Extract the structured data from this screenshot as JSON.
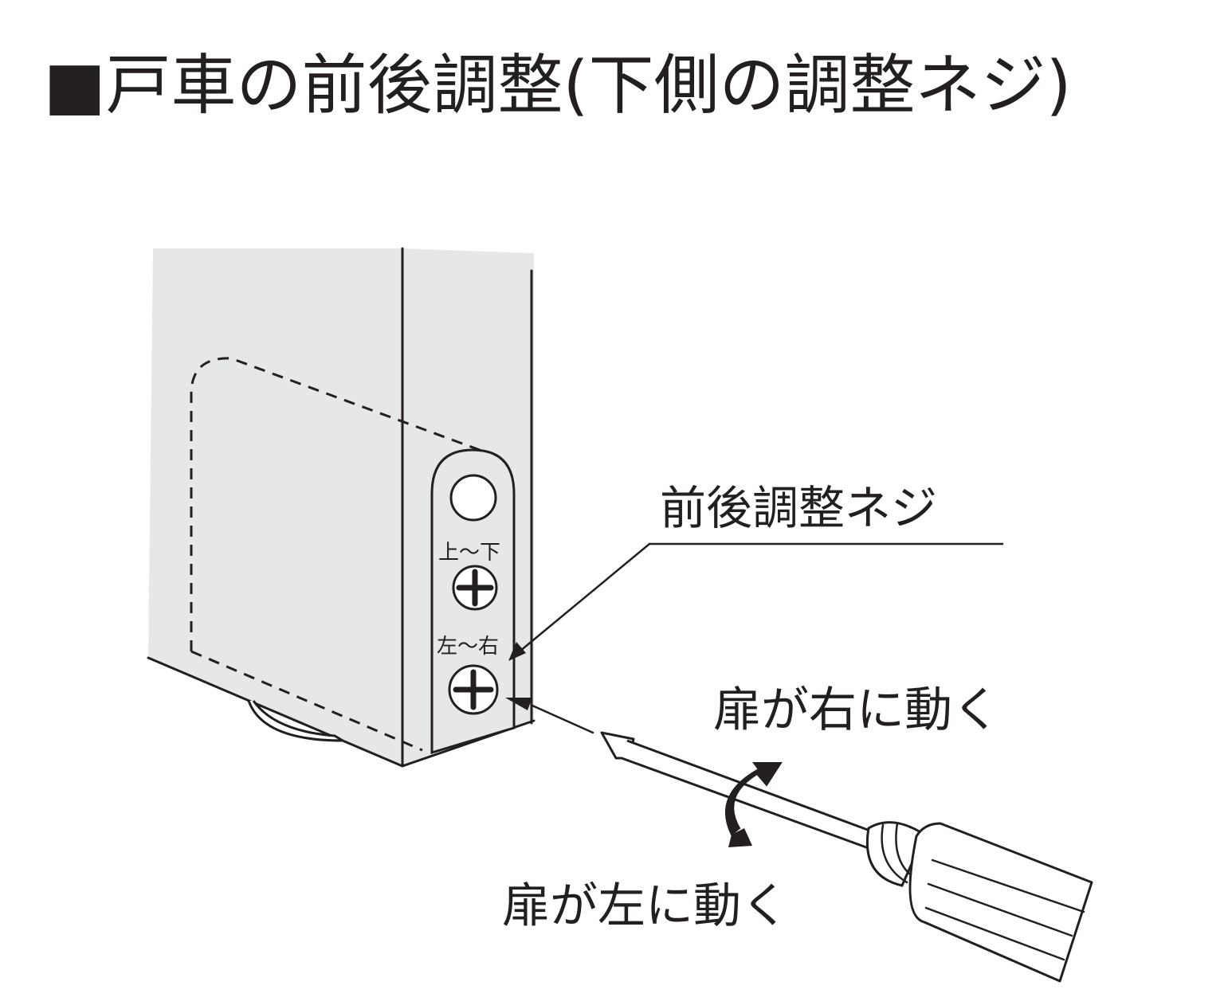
{
  "title": "■戸車の前後調整(下側の調整ネジ)",
  "labels": {
    "screw_name": "前後調整ネジ",
    "clockwise_effect": "扉が右に動く",
    "counterclockwise_effect": "扉が左に動く"
  },
  "plate_markings": {
    "upper_screw": "上〜下",
    "lower_screw": "左〜右"
  },
  "colors": {
    "ink": "#231f20",
    "door_fill": "#e6e7e8",
    "background": "#ffffff"
  },
  "icons": [
    "phillips-screw-icon",
    "screwdriver-icon",
    "rotation-arrow-icon",
    "pointer-arrow-icon"
  ]
}
